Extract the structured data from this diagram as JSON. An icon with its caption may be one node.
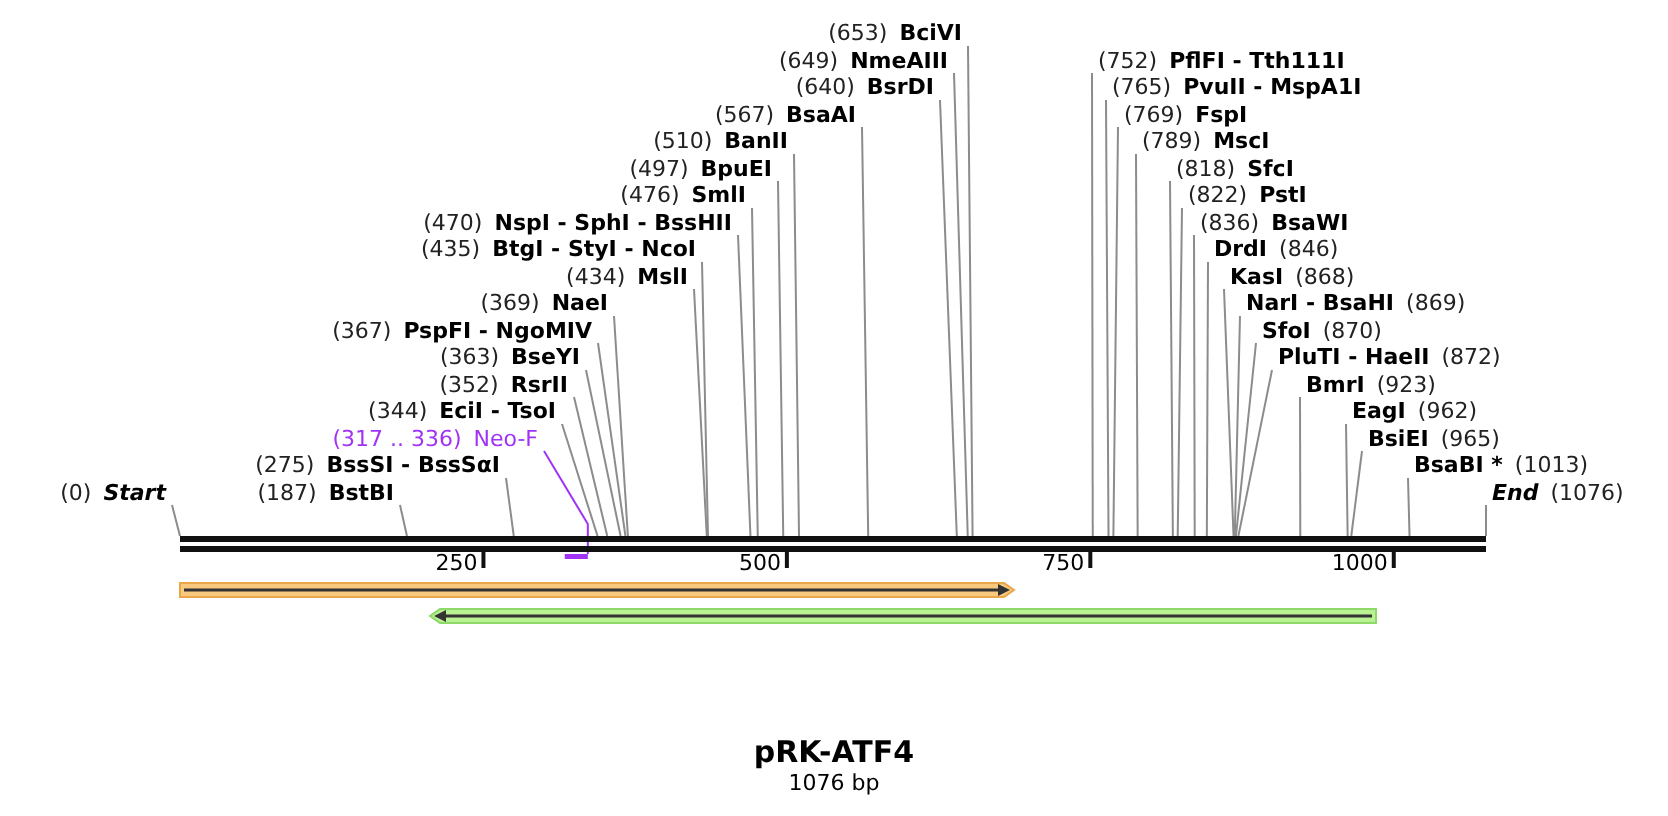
{
  "diagram": {
    "title": "pRK-ATF4",
    "caption": "1076 bp",
    "nodes": [
      {
        "text": [
          "(0)",
          "Start"
        ]
      },
      {
        "text": [
          "(187)",
          "BstBI"
        ]
      },
      {
        "text": [
          "(275)",
          "BssSI - BssSαI"
        ]
      },
      {
        "text": [
          "(317 .. 336)",
          "Neo-F"
        ]
      },
      {
        "text": [
          "(344)",
          "EciI - TsoI"
        ]
      },
      {
        "text": [
          "(352)",
          "RsrII"
        ]
      },
      {
        "text": [
          "(363)",
          "BseYI"
        ]
      },
      {
        "text": [
          "(367)",
          "PspFI - NgoMIV"
        ]
      },
      {
        "text": [
          "(369)",
          "NaeI"
        ]
      },
      {
        "text": [
          "(434)",
          "MslI"
        ]
      },
      {
        "text": [
          "(435)",
          "BtgI - StyI - NcoI"
        ]
      },
      {
        "text": [
          "(470)",
          "NspI - SphI - BssHII"
        ]
      },
      {
        "text": [
          "(476)",
          "SmlI"
        ]
      },
      {
        "text": [
          "(497)",
          "BpuEI"
        ]
      },
      {
        "text": [
          "(510)",
          "BanII"
        ]
      },
      {
        "text": [
          "(567)",
          "BsaAI"
        ]
      },
      {
        "text": [
          "(640)",
          "BsrDI"
        ]
      },
      {
        "text": [
          "(649)",
          "NmeAIII"
        ]
      },
      {
        "text": [
          "(653)",
          "BciVI"
        ]
      },
      {
        "text": [
          "(752)",
          "PflFI - Tth111I"
        ]
      },
      {
        "text": [
          "(765)",
          "PvuII - MspA1I"
        ]
      },
      {
        "text": [
          "(769)",
          "FspI"
        ]
      },
      {
        "text": [
          "(789)",
          "MscI"
        ]
      },
      {
        "text": [
          "(818)",
          "SfcI"
        ]
      },
      {
        "text": [
          "(822)",
          "PstI"
        ]
      },
      {
        "text": [
          "(836)",
          "BsaWI"
        ]
      },
      {
        "text": [
          "DrdI",
          "(846)"
        ]
      },
      {
        "text": [
          "KasI",
          "(868)"
        ]
      },
      {
        "text": [
          "NarI - BsaHI",
          "(869)"
        ]
      },
      {
        "text": [
          "SfoI",
          "(870)"
        ]
      },
      {
        "text": [
          "PluTI - HaeII",
          "(872)"
        ]
      },
      {
        "text": [
          "BmrI",
          "(923)"
        ]
      },
      {
        "text": [
          "EagI",
          "(962)"
        ]
      },
      {
        "text": [
          "BsiEI",
          "(965)"
        ]
      },
      {
        "text": [
          "BsaBI *",
          "(1013)"
        ]
      },
      {
        "text": [
          "End",
          "(1076)"
        ]
      },
      {
        "text": [],
        "shape": "bar"
      },
      {
        "text": [],
        "shape": "bar"
      },
      {
        "text": [],
        "shape": "arrow"
      },
      {
        "text": [],
        "shape": "arrow"
      }
    ],
    "edges": [
      {
        "from": 0,
        "to": 36,
        "arrow": "none"
      },
      {
        "from": 1,
        "to": 36,
        "arrow": "none"
      },
      {
        "from": 2,
        "to": 36,
        "arrow": "none"
      },
      {
        "from": 3,
        "to": 37,
        "arrow": "none",
        "color": "#a033f5"
      },
      {
        "from": 4,
        "to": 36,
        "arrow": "none"
      },
      {
        "from": 5,
        "to": 36,
        "arrow": "none"
      },
      {
        "from": 6,
        "to": 36,
        "arrow": "none"
      },
      {
        "from": 7,
        "to": 36,
        "arrow": "none"
      },
      {
        "from": 8,
        "to": 36,
        "arrow": "none"
      },
      {
        "from": 9,
        "to": 36,
        "arrow": "none"
      },
      {
        "from": 10,
        "to": 36,
        "arrow": "none"
      },
      {
        "from": 11,
        "to": 36,
        "arrow": "none"
      },
      {
        "from": 12,
        "to": 36,
        "arrow": "none"
      },
      {
        "from": 13,
        "to": 36,
        "arrow": "none"
      },
      {
        "from": 14,
        "to": 36,
        "arrow": "none"
      },
      {
        "from": 15,
        "to": 36,
        "arrow": "none"
      },
      {
        "from": 16,
        "to": 36,
        "arrow": "none"
      },
      {
        "from": 17,
        "to": 36,
        "arrow": "none"
      },
      {
        "from": 18,
        "to": 36,
        "arrow": "none"
      },
      {
        "from": 19,
        "to": 36,
        "arrow": "none"
      },
      {
        "from": 20,
        "to": 36,
        "arrow": "none"
      },
      {
        "from": 21,
        "to": 36,
        "arrow": "none"
      },
      {
        "from": 22,
        "to": 36,
        "arrow": "none"
      },
      {
        "from": 23,
        "to": 36,
        "arrow": "none"
      },
      {
        "from": 24,
        "to": 36,
        "arrow": "none"
      },
      {
        "from": 25,
        "to": 36,
        "arrow": "none"
      },
      {
        "from": 26,
        "to": 36,
        "arrow": "none"
      },
      {
        "from": 27,
        "to": 36,
        "arrow": "none"
      },
      {
        "from": 28,
        "to": 36,
        "arrow": "none"
      },
      {
        "from": 29,
        "to": 36,
        "arrow": "none"
      },
      {
        "from": 30,
        "to": 36,
        "arrow": "none"
      },
      {
        "from": 31,
        "to": 36,
        "arrow": "none"
      },
      {
        "from": 32,
        "to": 36,
        "arrow": "none"
      },
      {
        "from": 33,
        "to": 36,
        "arrow": "none"
      },
      {
        "from": 34,
        "to": 36,
        "arrow": "none"
      },
      {
        "from": 35,
        "to": 36,
        "arrow": "none"
      }
    ],
    "labels": [
      "250",
      "500",
      "750",
      "1000"
    ]
  }
}
